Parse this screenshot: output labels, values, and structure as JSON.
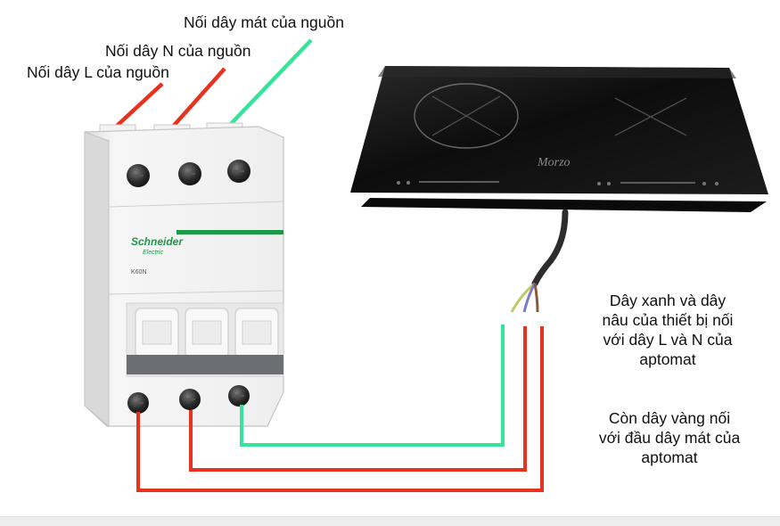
{
  "labels": {
    "ground_source": "Nối dây mát của nguồn",
    "neutral_source": "Nối dây N của nguồn",
    "line_source": "Nối dây L của nguồn"
  },
  "breaker": {
    "brand": "Schneider",
    "brand_sub": "Electric",
    "model": "K60N"
  },
  "cooktop": {
    "brand": "Morzo"
  },
  "notes": {
    "line1": "Dây xanh và dây",
    "line2": "nâu của thiết bị nối",
    "line3": "với dây L và N của",
    "line4": "aptomat",
    "line5": "Còn dây vàng nối",
    "line6": "với đầu dây mát của",
    "line7": "aptomat"
  },
  "colors": {
    "live_wire": "#e8321e",
    "ground_wire": "#35e39a",
    "breaker_body": "#f2f2f2",
    "brand_green": "#1c9a4a",
    "cooktop_glass": "#121212"
  }
}
